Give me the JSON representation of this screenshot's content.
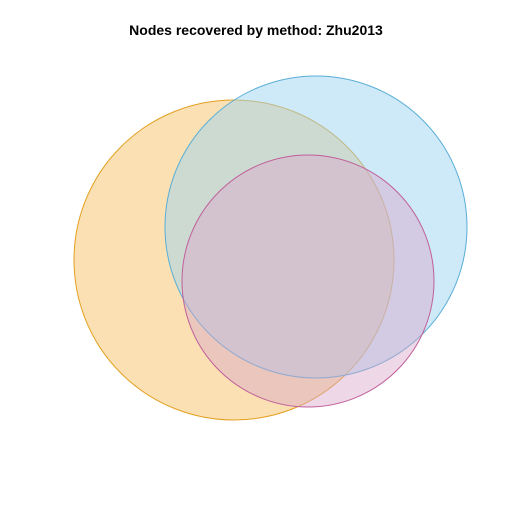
{
  "title": "Nodes recovered by method: Zhu2013",
  "sets": [
    {
      "id": "orange",
      "fill": "#F5C674",
      "stroke": "#E3A020"
    },
    {
      "id": "blue",
      "fill": "#9DD3F0",
      "stroke": "#5AAED6"
    },
    {
      "id": "purple",
      "fill": "#D9A6C9",
      "stroke": "#C0609A"
    }
  ]
}
